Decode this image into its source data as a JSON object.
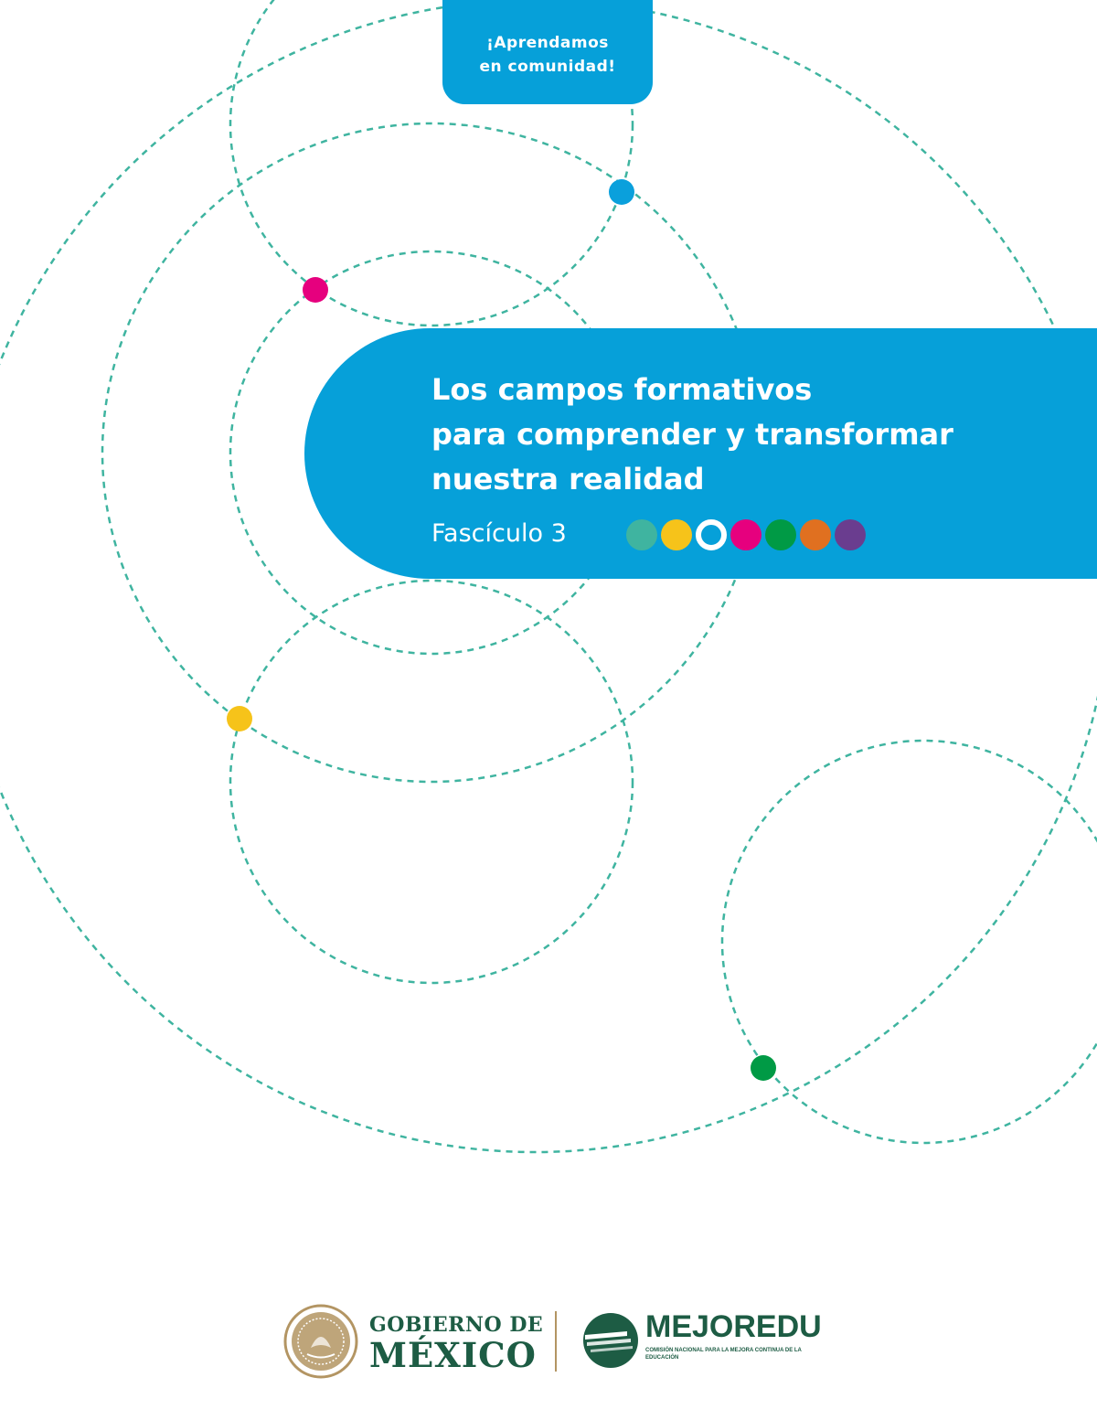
{
  "cover": {
    "tab": {
      "line1": "¡Aprendamos",
      "line2": "en comunidad!"
    },
    "title": {
      "line1": "Los campos formativos",
      "line2": "para comprender y transformar",
      "line3": "nuestra realidad"
    },
    "fasciculo": "Fascículo 3",
    "field_dots": [
      {
        "color": "#3fb4a0",
        "filled": true
      },
      {
        "color": "#f6c31a",
        "filled": true
      },
      {
        "color": "#ffffff",
        "filled": false
      },
      {
        "color": "#e6007e",
        "filled": true
      },
      {
        "color": "#009a45",
        "filled": true
      },
      {
        "color": "#e07020",
        "filled": true
      },
      {
        "color": "#6a3d8f",
        "filled": true
      }
    ],
    "decor_dots": [
      {
        "color": "#0aa0dc"
      },
      {
        "color": "#e6007e"
      },
      {
        "color": "#f6c31a"
      },
      {
        "color": "#009a45"
      }
    ],
    "colors": {
      "brand_blue": "#06a0d9",
      "dashed_line": "#3fb4a0",
      "logo_green": "#1d5c44",
      "seal_gold": "#b39563"
    }
  },
  "footer": {
    "gobierno": {
      "line1": "GOBIERNO DE",
      "line2": "MÉXICO",
      "icon": "national-seal-icon"
    },
    "mejoredu": {
      "name": "MEJOREDU",
      "subtitle": "COMISIÓN NACIONAL PARA LA MEJORA CONTINUA DE LA EDUCACIÓN",
      "icon": "mejoredu-logo-icon"
    }
  }
}
